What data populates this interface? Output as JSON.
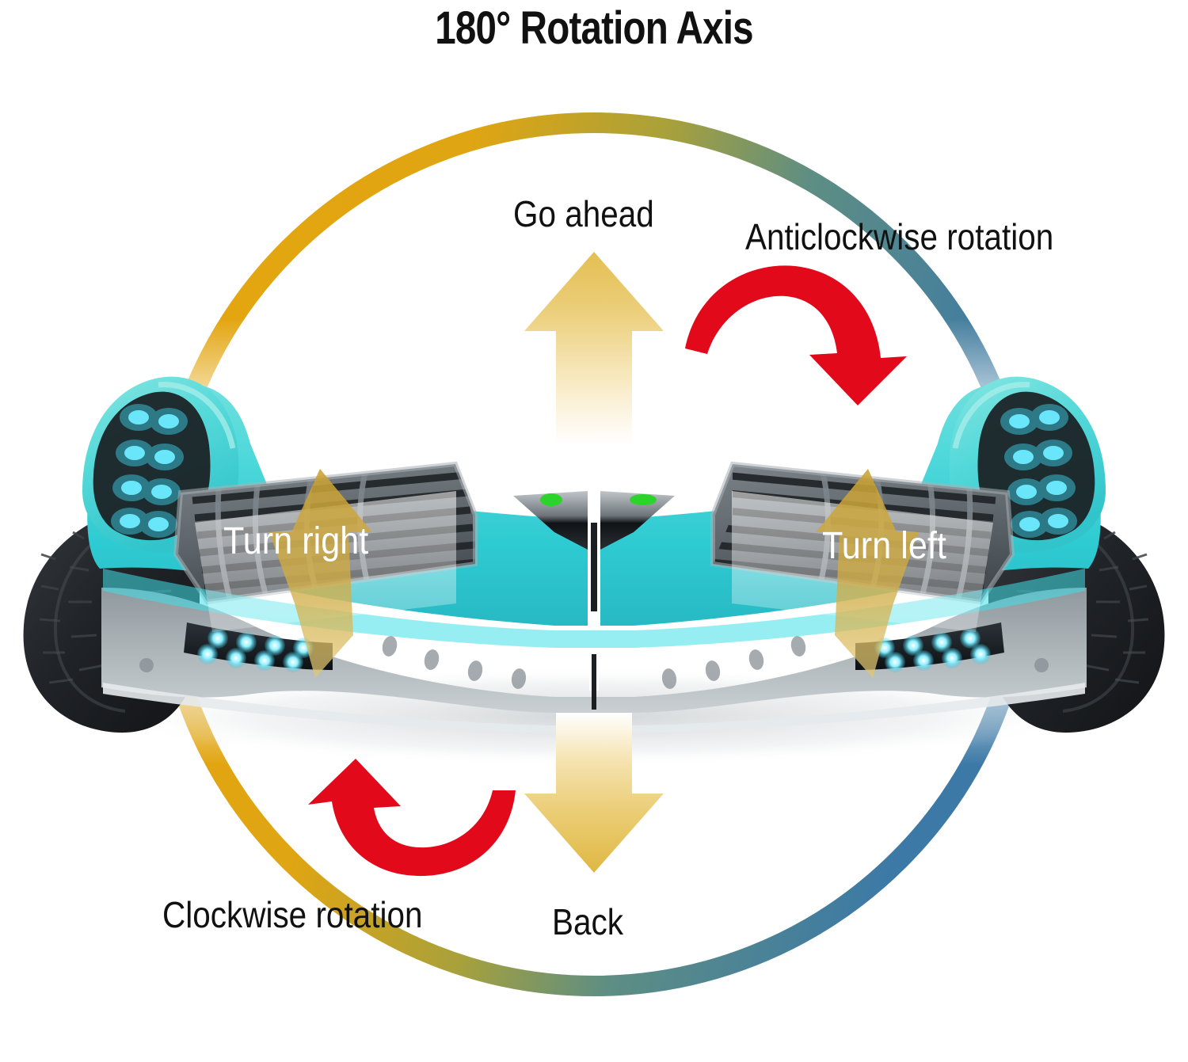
{
  "header": {
    "title": "180° Rotation Axis"
  },
  "diagram": {
    "subject": "self-balancing hoverboard scooter",
    "labels": {
      "go_ahead": "Go ahead",
      "anticlockwise": "Anticlockwise rotation",
      "clockwise": "Clockwise rotation",
      "back": "Back",
      "turn_right": "Turn right",
      "turn_left": "Turn left"
    },
    "colors": {
      "arc_gold": "#E5A610",
      "arc_blue": "#3C79A6",
      "arrow_red": "#E2091B",
      "arrow_gold": "#E0B84A",
      "board_teal": "#49D6D8",
      "board_teal_dark": "#2FC3C8",
      "board_gray": "#9AA2A6",
      "led_cyan": "#4FE2F5",
      "led_green": "#2BD32B",
      "pad_gray": "#6E767C",
      "tire_black": "#23262A",
      "title_color": "#111111",
      "label_color": "#111111",
      "turn_label_color": "#FFFFFF"
    },
    "rotation_axis_degrees": "180°",
    "directions": [
      {
        "name": "go-ahead",
        "arrow": "straight-up-arrow",
        "color": "#E0B84A"
      },
      {
        "name": "back",
        "arrow": "straight-down-arrow",
        "color": "#E0B84A"
      },
      {
        "name": "turn-right",
        "arrow": "overlay-down-arrow-left",
        "color": "#C8A23C"
      },
      {
        "name": "turn-left",
        "arrow": "overlay-down-arrow-right",
        "color": "#C8A23C"
      },
      {
        "name": "anticlockwise",
        "arrow": "curved-arrow-down-right",
        "color": "#E2091B"
      },
      {
        "name": "clockwise",
        "arrow": "curved-arrow-up-left",
        "color": "#E2091B"
      }
    ]
  }
}
